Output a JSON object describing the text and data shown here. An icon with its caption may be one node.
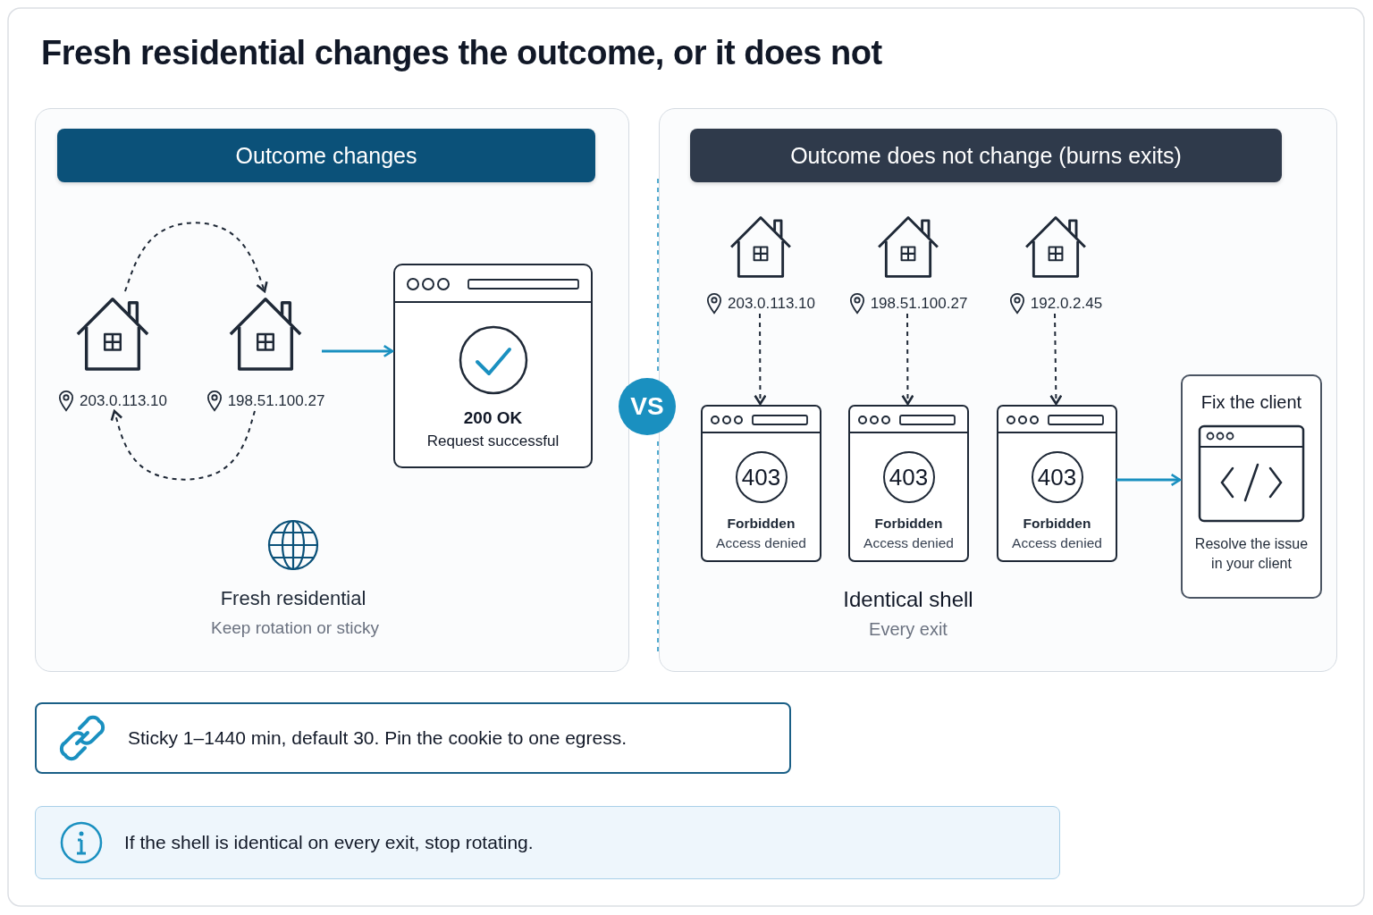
{
  "diagram": {
    "title": "Fresh residential changes the outcome, or it does not",
    "nodes": [
      {
        "text": [],
        "shape": "box"
      },
      {
        "text": [
          "Outcome changes"
        ],
        "in": 0
      },
      {
        "text": [
          "203.0.113.10"
        ],
        "in": 0
      },
      {
        "text": [
          "198.51.100.27"
        ],
        "in": 0
      },
      {
        "text": [
          "200 OK",
          "Request successful"
        ],
        "in": 0
      },
      {
        "text": [
          "VS"
        ]
      },
      {
        "text": [],
        "shape": "box"
      },
      {
        "text": [
          "Outcome does not change (burns exits)"
        ],
        "in": 6
      },
      {
        "text": [
          "203.0.113.10"
        ],
        "in": 6
      },
      {
        "text": [
          "198.51.100.27"
        ],
        "in": 6
      },
      {
        "text": [
          "192.0.2.45"
        ],
        "in": 6
      },
      {
        "text": [
          "403",
          "Forbidden",
          "Access denied"
        ],
        "in": 6
      },
      {
        "text": [
          "403",
          "Forbidden",
          "Access denied"
        ],
        "in": 6
      },
      {
        "text": [
          "403",
          "Forbidden",
          "Access denied"
        ],
        "in": 6
      },
      {
        "text": [
          "Fix the client",
          "Resolve the issue in your client"
        ],
        "in": 6
      },
      {
        "text": [
          "Sticky 1–1440 min, default 30. Pin the cookie to one egress."
        ]
      },
      {
        "text": [
          "If the shell is identical on every exit, stop rotating."
        ]
      }
    ],
    "edges": [
      {
        "from": 2,
        "to": 3,
        "arrow": "to",
        "style": "dashed"
      },
      {
        "from": 3,
        "to": 2,
        "arrow": "to",
        "style": "dashed"
      },
      {
        "from": 3,
        "to": 4,
        "arrow": "to",
        "color": "#1a90c0"
      },
      {
        "from": 8,
        "to": 11,
        "arrow": "to",
        "style": "dashed"
      },
      {
        "from": 9,
        "to": 12,
        "arrow": "to",
        "style": "dashed"
      },
      {
        "from": 10,
        "to": 13,
        "arrow": "to",
        "style": "dashed"
      },
      {
        "from": 13,
        "to": 14,
        "arrow": "to",
        "color": "#1a90c0"
      }
    ],
    "labels": [
      "Fresh residential",
      "Keep rotation or sticky",
      "Identical shell",
      "Every exit"
    ]
  }
}
